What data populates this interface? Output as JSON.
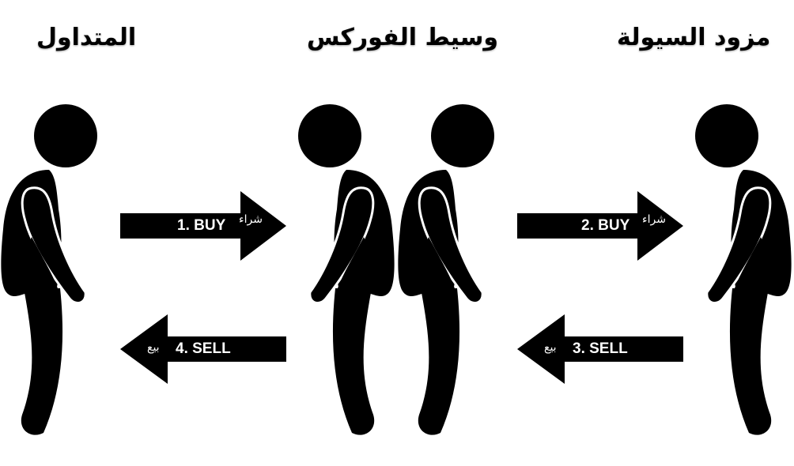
{
  "diagram": {
    "type": "forex-order-flow",
    "actors": [
      {
        "id": "trader",
        "label": "المتداول",
        "position": "left"
      },
      {
        "id": "broker",
        "label": "وسيط الفوركس",
        "position": "center"
      },
      {
        "id": "liquidity_provider",
        "label": "مزود السيولة",
        "position": "right"
      }
    ],
    "arrows": [
      {
        "step": 1,
        "label": "1. BUY",
        "arabic": "شراء",
        "from": "trader",
        "to": "broker",
        "direction": "right"
      },
      {
        "step": 2,
        "label": "2. BUY",
        "arabic": "شراء",
        "from": "broker",
        "to": "liquidity_provider",
        "direction": "right"
      },
      {
        "step": 3,
        "label": "3.  SELL",
        "arabic": "بيع",
        "from": "liquidity_provider",
        "to": "broker",
        "direction": "left"
      },
      {
        "step": 4,
        "label": "4.  SELL",
        "arabic": "بيع",
        "from": "broker",
        "to": "trader",
        "direction": "left"
      }
    ],
    "colors": {
      "figure": "#000000",
      "arrow": "#000000",
      "arrow_text": "#ffffff",
      "background": "#ffffff"
    }
  }
}
